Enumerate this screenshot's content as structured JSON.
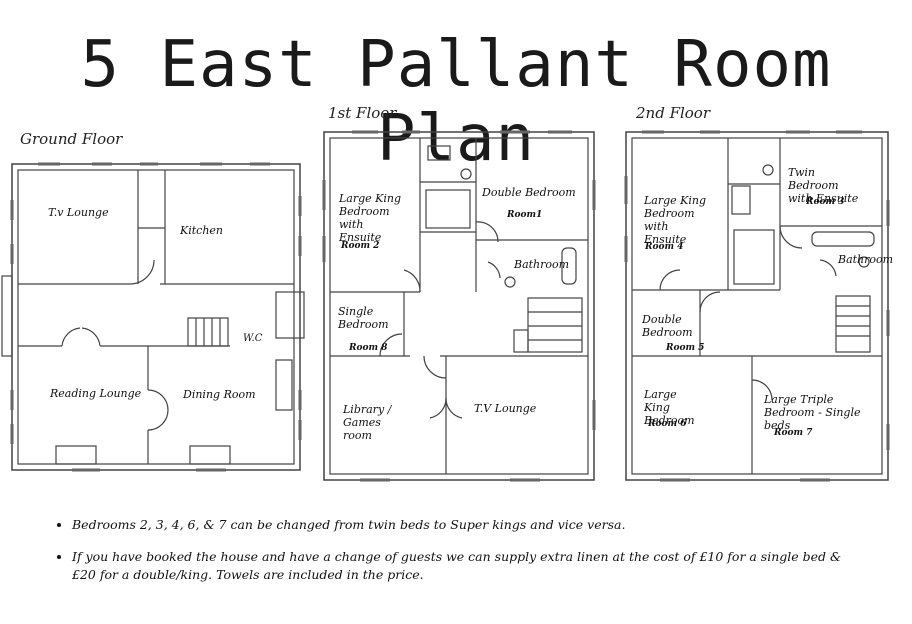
{
  "title": "5 East Pallant Room Plan",
  "floors": {
    "ground": {
      "label": "Ground Floor",
      "rooms": {
        "tv_lounge": "T.v Lounge",
        "kitchen": "Kitchen",
        "wc": "W.C",
        "reading_lounge": "Reading Lounge",
        "dining_room": "Dining Room"
      }
    },
    "first": {
      "label": "1st Floor",
      "rooms": {
        "large_king": "Large King Bedroom with Ensuite",
        "room2": "Room 2",
        "double_bedroom": "Double Bedroom",
        "room1": "Room1",
        "bathroom": "Bathroom",
        "single_bedroom": "Single Bedroom",
        "room8": "Room 8",
        "library": "Library / Games room",
        "tv_lounge": "T.V Lounge"
      }
    },
    "second": {
      "label": "2nd Floor",
      "rooms": {
        "large_king": "Large King Bedroom with Ensuite",
        "room4": "Room 4",
        "twin_bedroom": "Twin Bedroom with Ensuite",
        "room3": "Room 3",
        "bathroom": "Bathroom",
        "double_bedroom": "Double Bedroom",
        "room5": "Room 5",
        "large_king_bedroom": "Large King Bedroom",
        "room6": "Room 6",
        "large_triple": "Large Triple Bedroom - Single beds",
        "room7": "Room 7"
      }
    }
  },
  "notes": [
    "Bedrooms 2, 3, 4, 6, & 7 can be changed from twin beds to Super kings and vice versa.",
    "If you have booked the house and have a change of guests we can supply extra linen at the cost of £10 for a single bed & £20 for a double/king.  Towels are included in the price."
  ]
}
